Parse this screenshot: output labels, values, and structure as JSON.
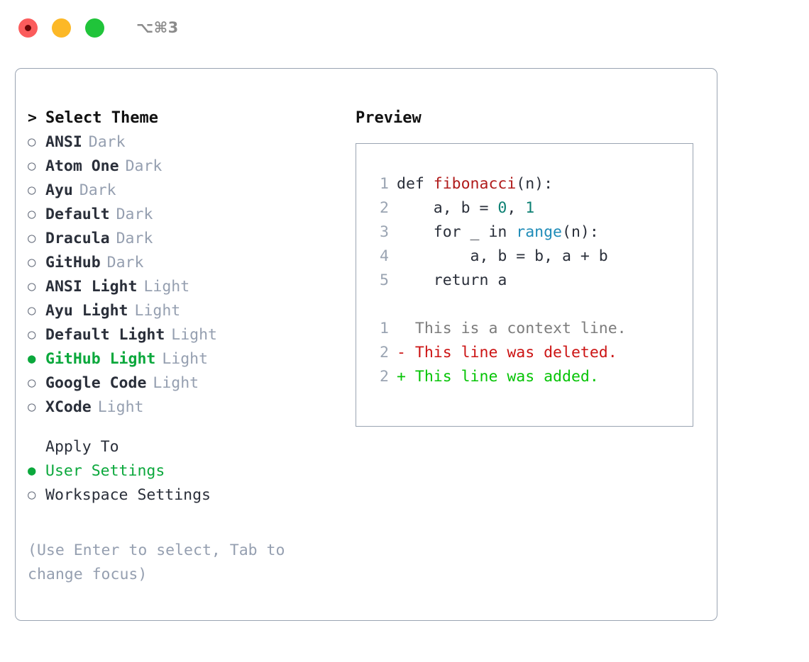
{
  "titlebar": {
    "shortcut": "⌥⌘3",
    "buttons": [
      "close",
      "minimize",
      "maximize"
    ]
  },
  "theme_picker": {
    "caret": ">",
    "heading": "Select Theme",
    "bullet_empty": "○",
    "bullet_filled": "●",
    "items": [
      {
        "name": "ANSI",
        "kind": "Dark",
        "selected": false
      },
      {
        "name": "Atom One",
        "kind": "Dark",
        "selected": false
      },
      {
        "name": "Ayu",
        "kind": "Dark",
        "selected": false
      },
      {
        "name": "Default",
        "kind": "Dark",
        "selected": false
      },
      {
        "name": "Dracula",
        "kind": "Dark",
        "selected": false
      },
      {
        "name": "GitHub",
        "kind": "Dark",
        "selected": false
      },
      {
        "name": "ANSI Light",
        "kind": "Light",
        "selected": false
      },
      {
        "name": "Ayu Light",
        "kind": "Light",
        "selected": false
      },
      {
        "name": "Default Light",
        "kind": "Light",
        "selected": false
      },
      {
        "name": "GitHub Light",
        "kind": "Light",
        "selected": true
      },
      {
        "name": "Google Code",
        "kind": "Light",
        "selected": false
      },
      {
        "name": "XCode",
        "kind": "Light",
        "selected": false
      }
    ]
  },
  "apply_to": {
    "label": "Apply To",
    "options": [
      {
        "name": "User Settings",
        "selected": true
      },
      {
        "name": "Workspace Settings",
        "selected": false
      }
    ]
  },
  "hint": "(Use Enter to select, Tab to change focus)",
  "preview": {
    "title": "Preview",
    "code_lines": [
      {
        "no": "1",
        "parts": [
          {
            "t": "def ",
            "c": "plain"
          },
          {
            "t": "fibonacci",
            "c": "fn"
          },
          {
            "t": "(n):",
            "c": "plain"
          }
        ]
      },
      {
        "no": "2",
        "parts": [
          {
            "t": "    a, b = ",
            "c": "plain"
          },
          {
            "t": "0",
            "c": "num"
          },
          {
            "t": ", ",
            "c": "plain"
          },
          {
            "t": "1",
            "c": "num"
          }
        ]
      },
      {
        "no": "3",
        "parts": [
          {
            "t": "    for _ in ",
            "c": "plain"
          },
          {
            "t": "range",
            "c": "call"
          },
          {
            "t": "(n):",
            "c": "plain"
          }
        ]
      },
      {
        "no": "4",
        "parts": [
          {
            "t": "        a, b = b, a + b",
            "c": "plain"
          }
        ]
      },
      {
        "no": "5",
        "parts": [
          {
            "t": "    return a",
            "c": "plain"
          }
        ]
      }
    ],
    "diff_lines": [
      {
        "no": "1",
        "marker": "  ",
        "text": "This is a context line.",
        "kind": "ctx"
      },
      {
        "no": "2",
        "marker": "- ",
        "text": "This line was deleted.",
        "kind": "del"
      },
      {
        "no": "2",
        "marker": "+ ",
        "text": "This line was added.",
        "kind": "add"
      }
    ]
  },
  "colors": {
    "accent_green": "#0ba83c",
    "muted": "#959fb0",
    "border": "#9aa4b2",
    "fn_red": "#b01b1b",
    "num_teal": "#0d8073",
    "call_blue": "#1f8cb8",
    "diff_del": "#cc1414",
    "diff_add": "#06c406"
  }
}
